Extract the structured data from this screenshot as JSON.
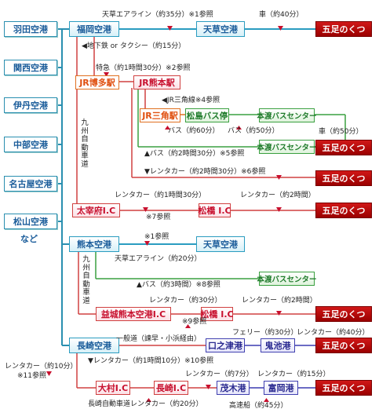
{
  "airports": [
    "羽田空港",
    "関西空港",
    "伊丹空港",
    "中部空港",
    "名古屋空港",
    "松山空港"
  ],
  "airports_more": "など",
  "nodes": {
    "fukuoka": "福岡空港",
    "amakusa": "天草空港",
    "dest": "五足のくつ",
    "hakata": "JR博多駅",
    "kumamoto_st": "JR熊本駅",
    "misumi": "JR三角駅",
    "matsushima": "松島バス停",
    "hondo": "本渡バスセンター",
    "dazaifu": "太宰府I.C",
    "matsubashi": "松橋 I.C",
    "kumamoto_ap": "熊本空港",
    "mashiki": "益城熊本空港I.C",
    "nagasaki_ap": "長崎空港",
    "kuchinotsu": "口之津港",
    "onike": "鬼池港",
    "omura": "大村I.C",
    "nagasaki_ic": "長崎I.C",
    "mogi": "茂木港",
    "tomioka": "富岡港"
  },
  "labels": {
    "l1": "天草エアライン（約35分）※1参照",
    "l2": "車（約40分）",
    "l3": "◀地下鉄 or タクシー（約15分）",
    "l4": "特急（約1時間30分）※2参照",
    "l5": "◀JR三角線※4参照",
    "l6": "バス（約60分）",
    "l7": "バス（約50分）",
    "l8": "車（約50分）",
    "l9": "▲バス（約2時間30分）※5参照",
    "l10": "▼レンタカー（約2時間30分）※6参照",
    "l11": "レンタカー（約1時間30分）",
    "l12": "レンタカー（約2時間）",
    "l13": "※7参照",
    "l14": "※1参照",
    "l15": "天草エアライン（約20分）",
    "l16": "▲バス（約3時間）※8参照",
    "l17": "レンタカー（約30分）",
    "l18": "レンタカー（約2時間）",
    "l19": "※9参照",
    "l20": "一般道（諫早・小浜経由）",
    "l21": "フェリー（約30分）",
    "l22": "レンタカー（約40分）",
    "l23": "▼レンタカー（約1時間10分）※10参照",
    "l24": "レンタカー（約10分）",
    "l25": "※11参照",
    "l26": "レンタカー（約7分）",
    "l27": "レンタカー（約15分）",
    "l28": "長崎自動車道レンタカー（約20分）",
    "l29": "高速船（約45分）",
    "v1": "九州自動車道",
    "v2": "九州自動車道"
  },
  "colors": {
    "cyan": "#2a9cc0",
    "red": "#d04040",
    "green": "#3aa040",
    "purple": "#3a3ab0",
    "arrow": "#c8102e",
    "airport": "#2a8fb0"
  }
}
